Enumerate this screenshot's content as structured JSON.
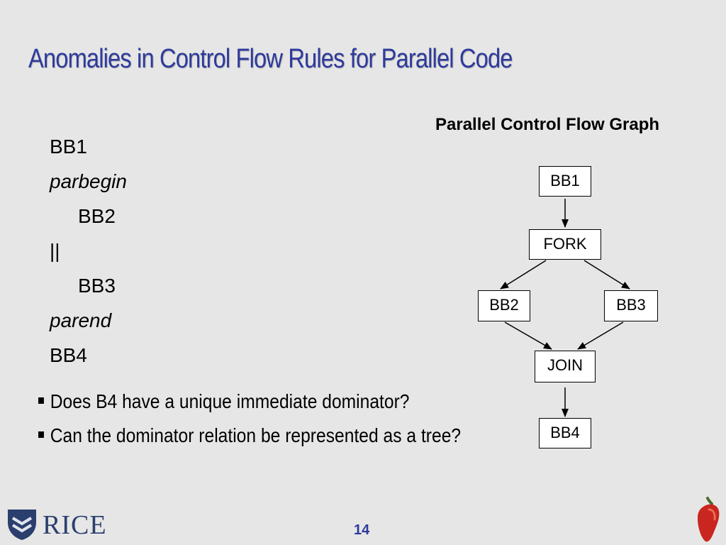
{
  "slide": {
    "title": "Anomalies in Control Flow Rules for Parallel Code",
    "page_number": "14"
  },
  "code": {
    "lines": [
      "BB1",
      "parbegin",
      "BB2",
      "||",
      "BB3",
      "parend",
      "BB4"
    ]
  },
  "bullets": [
    "Does B4 have a unique immediate dominator?",
    "Can the dominator relation be represented as a tree?"
  ],
  "graph": {
    "heading": "Parallel Control Flow Graph",
    "nodes": {
      "bb1": "BB1",
      "fork": "FORK",
      "bb2": "BB2",
      "bb3": "BB3",
      "join": "JOIN",
      "bb4": "BB4"
    }
  },
  "logo": {
    "text": "RICE"
  },
  "colors": {
    "title": "#2e3a9c",
    "background": "#e6e6e6",
    "logo": "#2b3f6e",
    "pepper": "#c8261f"
  }
}
